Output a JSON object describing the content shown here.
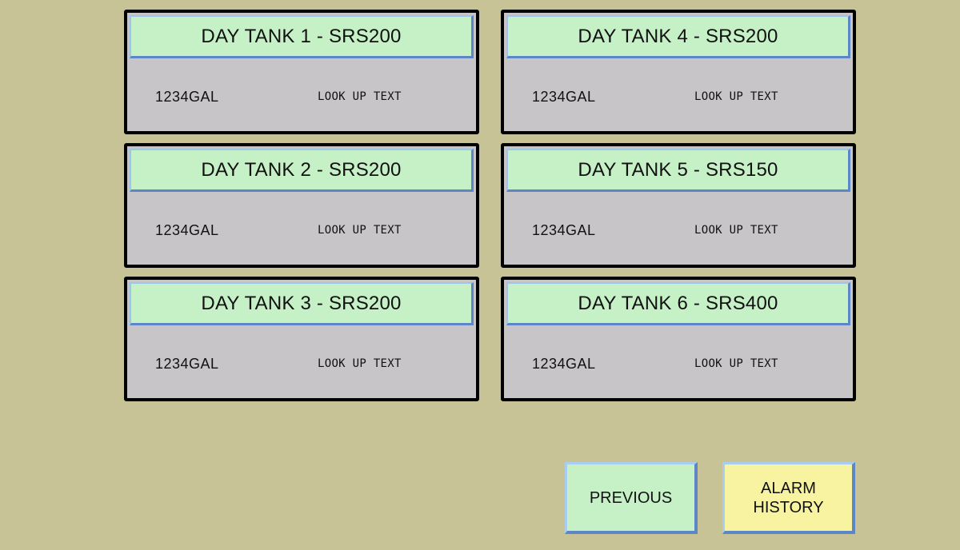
{
  "tanks": [
    {
      "title": "DAY TANK 1 - SRS200",
      "level": "1234GAL",
      "status": "LOOK UP TEXT"
    },
    {
      "title": "DAY TANK 2 - SRS200",
      "level": "1234GAL",
      "status": "LOOK UP TEXT"
    },
    {
      "title": "DAY TANK 3 - SRS200",
      "level": "1234GAL",
      "status": "LOOK UP TEXT"
    },
    {
      "title": "DAY TANK 4 - SRS200",
      "level": "1234GAL",
      "status": "LOOK UP TEXT"
    },
    {
      "title": "DAY TANK 5 - SRS150",
      "level": "1234GAL",
      "status": "LOOK UP TEXT"
    },
    {
      "title": "DAY TANK 6 - SRS400",
      "level": "1234GAL",
      "status": "LOOK UP TEXT"
    }
  ],
  "buttons": {
    "previous": "PREVIOUS",
    "alarm_history": "ALARM\nHISTORY"
  },
  "colors": {
    "background": "#c8c396",
    "header_green": "#c6f1c7",
    "panel_gray": "#c7c5c8",
    "alarm_yellow": "#f8f3a0",
    "bevel_blue": "#5c86c6"
  }
}
